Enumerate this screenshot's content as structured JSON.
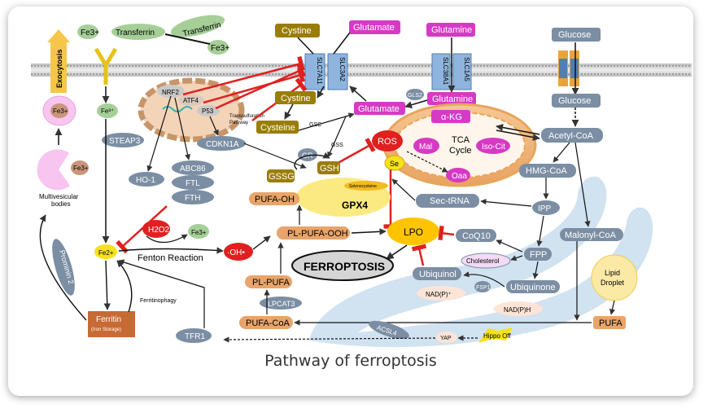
{
  "caption": "Pathway of ferroptosis",
  "labels": {
    "exocytosis": "Exocytosis",
    "fe3": "Fe3+",
    "transferrin": "Transferrin",
    "transferrin_out": "Transferrin",
    "fe3_out": "Fe3+",
    "cystine_top": "Cystine",
    "glutamate_top": "Glutamate",
    "glutamine_top": "Glutamine",
    "glucose_top": "Glucose",
    "slc7a11": "SLC7A11",
    "slc3a2": "SLC3A2",
    "slc38a1": "SLC38A1",
    "slc1a5": "SLC1A5",
    "nrf2": "NRF2",
    "atf4": "ATF4",
    "p53": "P53",
    "transsulfuration": "Transsulfuration",
    "pathway": "Pathway",
    "cystine_in": "Cystine",
    "cysteine": "Cysteine",
    "glutamate_in": "Glutamate",
    "glutamine_in": "Glutamine",
    "gls2": "GLS2",
    "akg": "α-KG",
    "glucose_in": "Glucose",
    "acetyl_coa": "Acetyl-CoA",
    "fe3_endo": "Fe3+",
    "fe3_mvb": "Fe3+",
    "steap3": "STEAP3",
    "cdkn1a": "CDKN1A",
    "gsc": "GSC",
    "gss": "GSS",
    "ros": "ROS",
    "mal": "Mal",
    "tca1": "TCA",
    "tca2": "Cycle",
    "isocit": "Iso-Cit",
    "oaa": "Oaa",
    "se": "Se",
    "hmg_coa": "HMG-CoA",
    "ho1": "HO-1",
    "abc86": "ABC86",
    "ftl": "FTL",
    "fth": "FTH",
    "gr": "GR",
    "gsh": "GSH",
    "gssg": "GSSG",
    "selenocysteine": "Selenocysteine",
    "gpx4": "GPX4",
    "pufa_oh": "PUFA-OH",
    "sec_trna": "Sec-tRNA",
    "ipp": "IPP",
    "multivesicular1": "Multivesicular",
    "multivesicular2": "bodies",
    "h2o2": "H2O2",
    "fe3_fenton": "Fe3+",
    "pl_pufa_ooh": "PL-PUFA-OOH",
    "lpo": "LPO",
    "coq10": "CoQ10",
    "malonyl_coa": "Malonyl-CoA",
    "fe2": "Fe2+",
    "fenton": "Fenton Reaction",
    "oh": "·OH•",
    "prominin2": "Prominin 2",
    "ferroptosis": "FERROPTOSIS",
    "fpp": "FPP",
    "cholesterol": "Cholesterol",
    "pl_pufa": "PL-PUFA",
    "ubiquinol": "Ubiquinol",
    "nadp": "NAD(P)⁺",
    "fsp1": "FSP1",
    "ubiquinone": "Ubiquinone",
    "lipid1": "Lipid",
    "lipid2": "Droplet",
    "ferritinophagy": "Ferritinophagy",
    "lpcat3": "LPCAT3",
    "nadph": "NAD(P)H",
    "ferritin1": "Ferritin",
    "ferritin2": "(Iron Storage)",
    "pufa_coa": "PUFA-CoA",
    "pufa": "PUFA",
    "tfr1": "TFR1",
    "acsl4": "ACSL4",
    "yap": "YAP",
    "hippo": "Hippo Off"
  },
  "colors": {
    "membrane": "#c9c9c9",
    "olive": "#9a7d06",
    "magenta": "#d63ac4",
    "slate": "#7b8ea3",
    "red": "#e02020",
    "yellow": "#f5e21a",
    "orange_brown": "#c86a34",
    "lpo_fill": "#ffc400",
    "ferroptosis_fill": "#d5d5d5"
  }
}
